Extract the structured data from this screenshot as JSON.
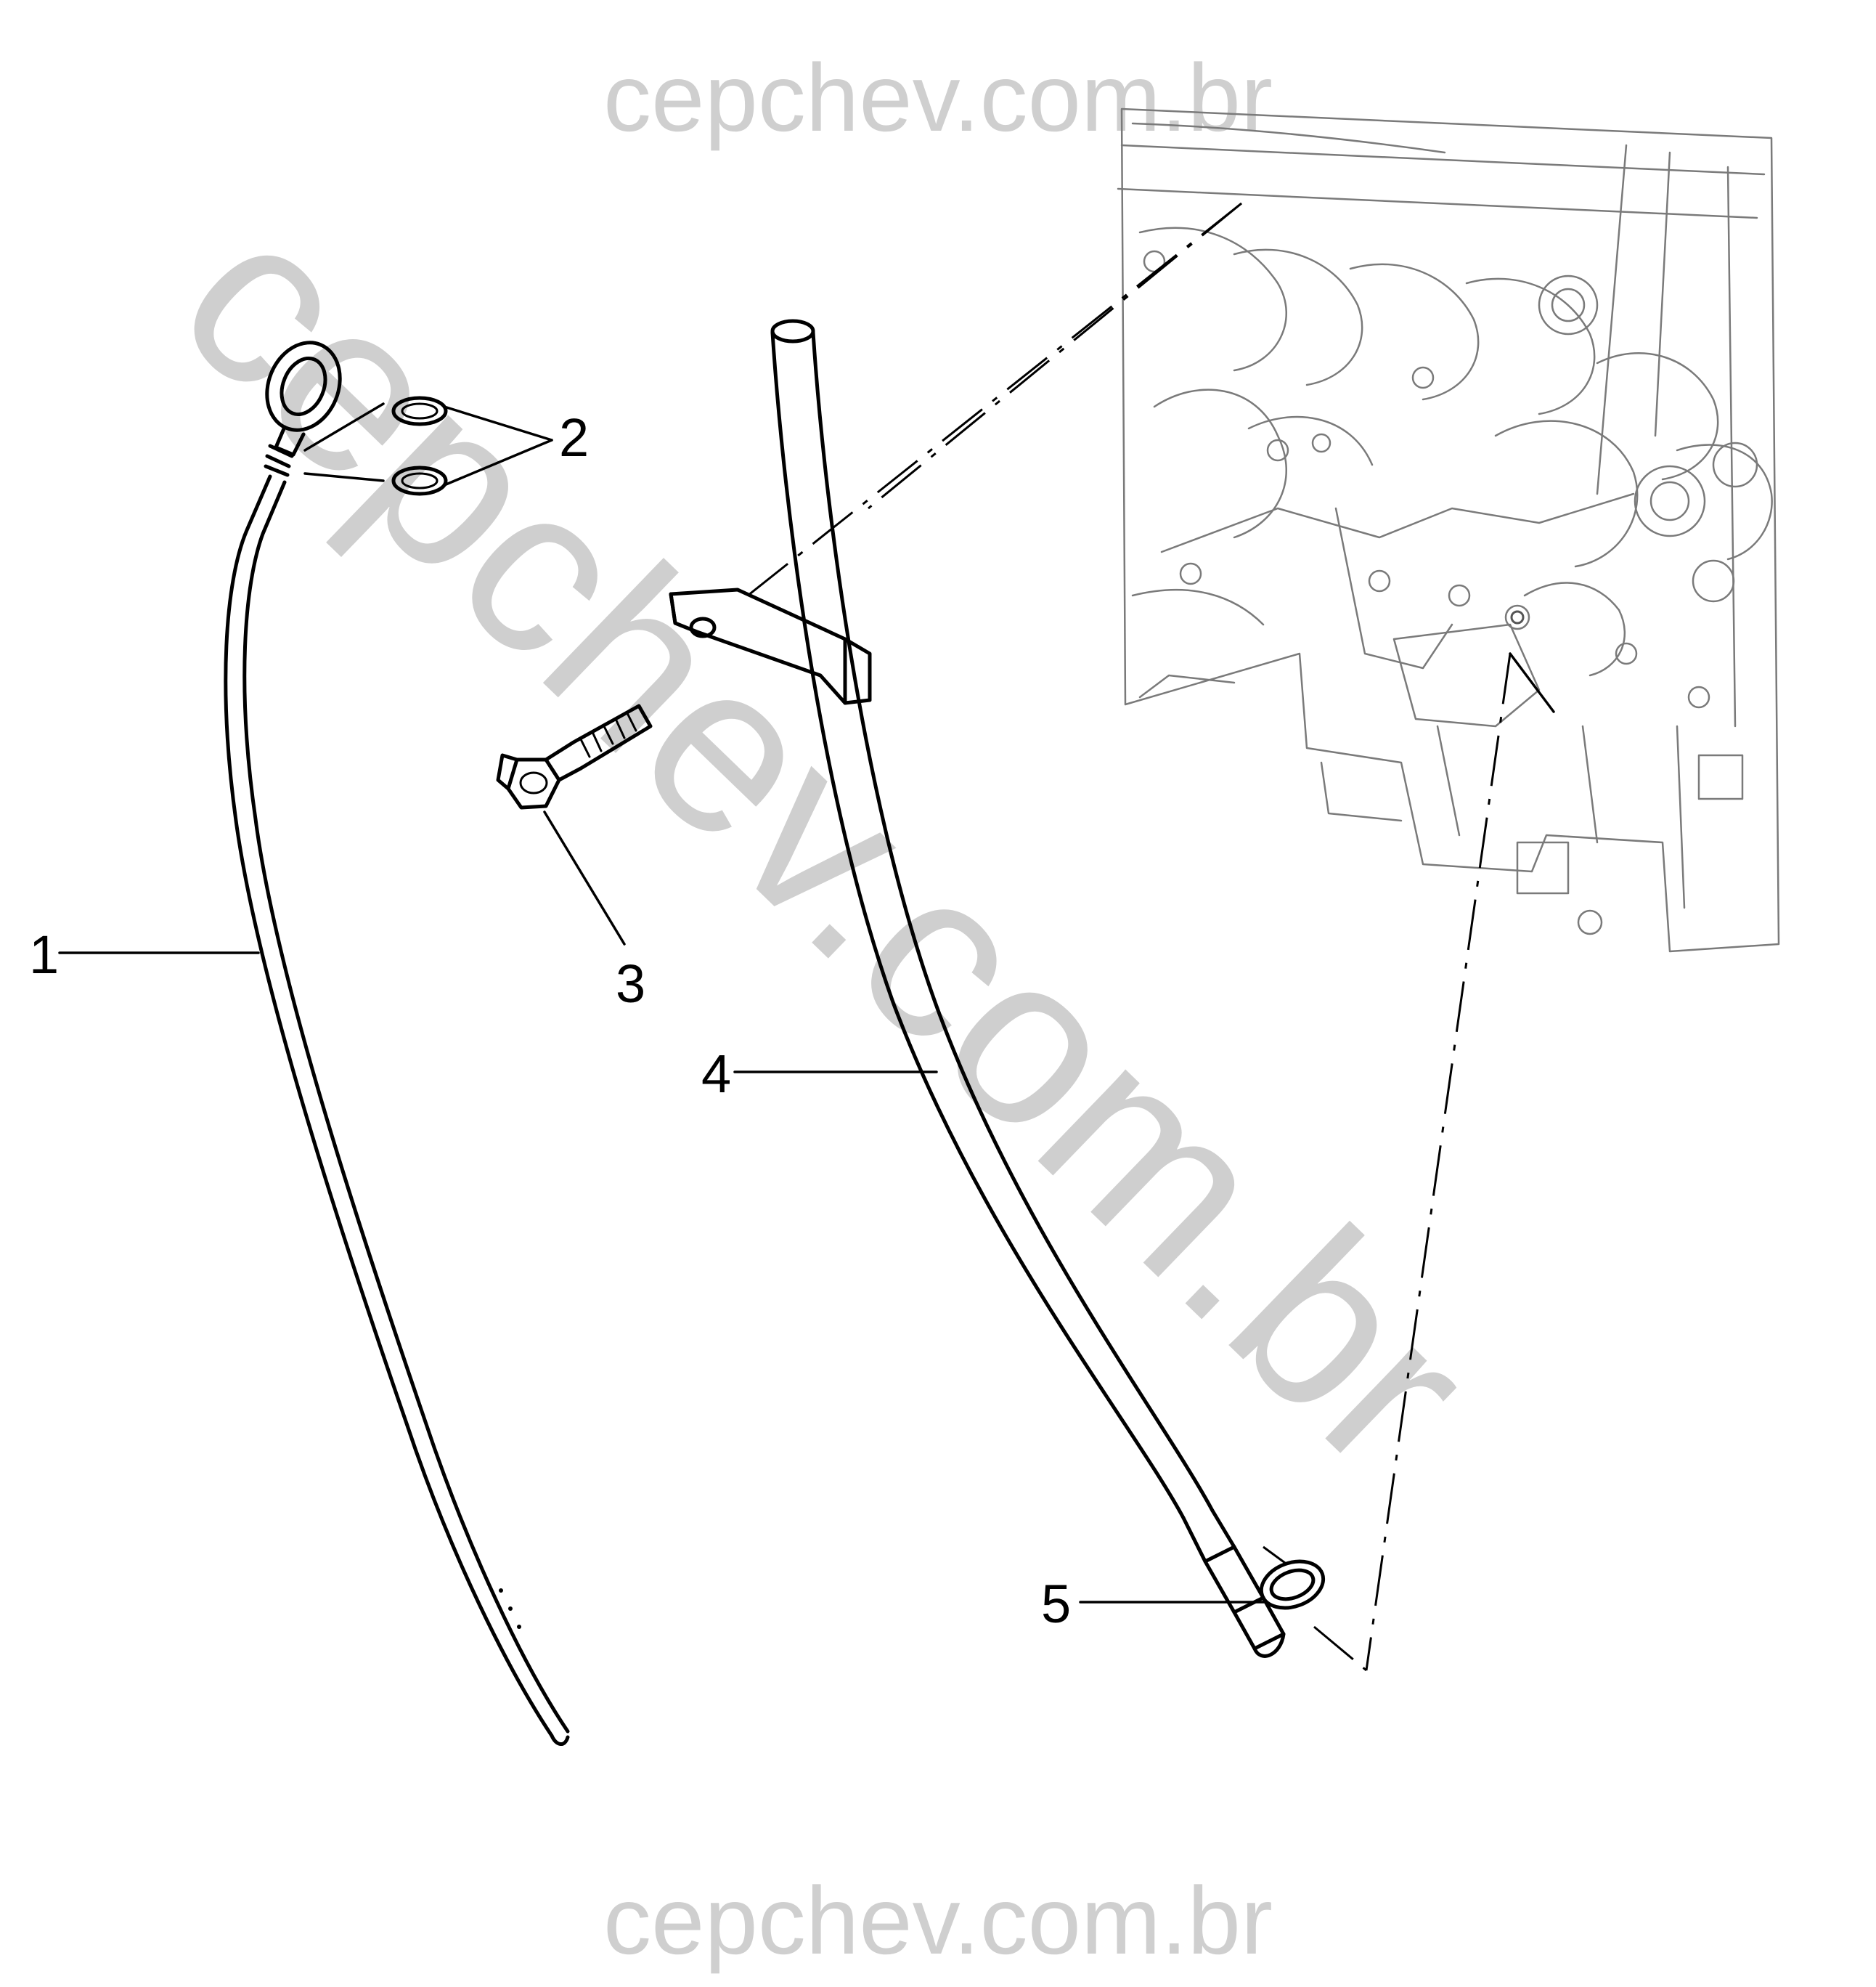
{
  "watermark": {
    "top": "cepchev.com.br",
    "bottom": "cepchev.com.br",
    "diagonal": "cepchev.com.br"
  },
  "callouts": [
    {
      "id": "1",
      "label": "1"
    },
    {
      "id": "2",
      "label": "2"
    },
    {
      "id": "3",
      "label": "3"
    },
    {
      "id": "4",
      "label": "4"
    },
    {
      "id": "5",
      "label": "5"
    }
  ],
  "colors": {
    "watermark": "#cfcfcf",
    "line": "#000000",
    "background": "#ffffff"
  }
}
